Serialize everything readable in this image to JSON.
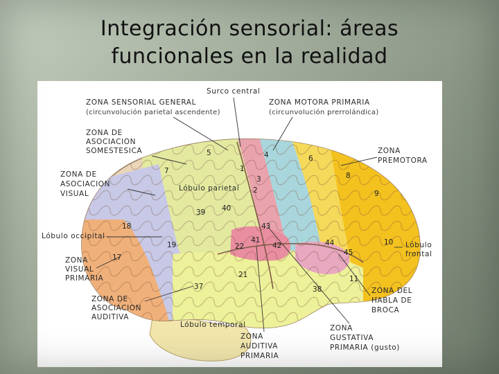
{
  "slide": {
    "title_line1": "Integración sensorial: áreas",
    "title_line2": "funcionales en la realidad"
  },
  "figure": {
    "labels": {
      "surco_central": "Surco central",
      "zona_sensorial_1": "ZONA SENSORIAL GENERAL",
      "zona_sensorial_2": "(circunvolución parietal ascendente)",
      "zona_motora_1": "ZONA MOTORA PRIMARIA",
      "zona_motora_2": "(circunvolución prerrolándica)",
      "asoc_somest_1": "ZONA DE",
      "asoc_somest_2": "ASOCIACION",
      "asoc_somest_3": "SOMESTESICA",
      "premotora_1": "ZONA",
      "premotora_2": "PREMOTORA",
      "asoc_visual_1": "ZONA DE",
      "asoc_visual_2": "ASOCIACION",
      "asoc_visual_3": "VISUAL",
      "lobulo_parietal": "Lóbulo parietal",
      "lobulo_occipital": "Lóbulo occipital",
      "lobulo_frontal_1": "Lóbulo",
      "lobulo_frontal_2": "frontal",
      "visual_prim_1": "ZONA",
      "visual_prim_2": "VISUAL",
      "visual_prim_3": "PRIMARIA",
      "asoc_aud_1": "ZONA DE",
      "asoc_aud_2": "ASOCIACION",
      "asoc_aud_3": "AUDITIVA",
      "lobulo_temporal": "Lóbulo temporal",
      "habla_1": "ZONA DEL",
      "habla_2": "HABLA DE",
      "habla_3": "BROCA",
      "auditiva_1": "ZONA",
      "auditiva_2": "AUDITIVA",
      "auditiva_3": "PRIMARIA",
      "gustativa_1": "ZONA",
      "gustativa_2": "GUSTATIVA",
      "gustativa_3": "PRIMARIA (gusto)"
    },
    "areas": {
      "a1": "1",
      "a2": "2",
      "a3": "3",
      "a4": "4",
      "a5": "5",
      "a6": "6",
      "a7": "7",
      "a8": "8",
      "a9": "9",
      "a10": "10",
      "a11": "11",
      "a17": "17",
      "a18": "18",
      "a19": "19",
      "a21": "21",
      "a22": "22",
      "a37": "37",
      "a38": "38",
      "a39": "39",
      "a40": "40",
      "a41": "41",
      "a42": "42",
      "a43": "43",
      "a44": "44",
      "a45": "45"
    },
    "colors": {
      "frontal": "#f4c21f",
      "premotor": "#f5d95a",
      "motor": "#a9d6dc",
      "sensory": "#e9a3ad",
      "parietal": "#e3eaa0",
      "occipital": "#f0b07a",
      "visual_assoc": "#c7c9e6",
      "temporal": "#edf199",
      "auditory": "#e98ea0",
      "broca": "#e7a8c0",
      "cerebellum": "#f2e6ac"
    }
  }
}
